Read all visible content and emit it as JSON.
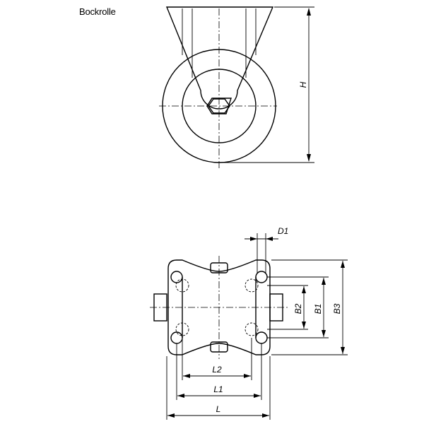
{
  "caption": "Bockrolle",
  "dimensions": {
    "H": "H",
    "D1": "D1",
    "B2": "B2",
    "B1": "B1",
    "B3": "B3",
    "L2": "L2",
    "L1": "L1",
    "L": "L"
  }
}
